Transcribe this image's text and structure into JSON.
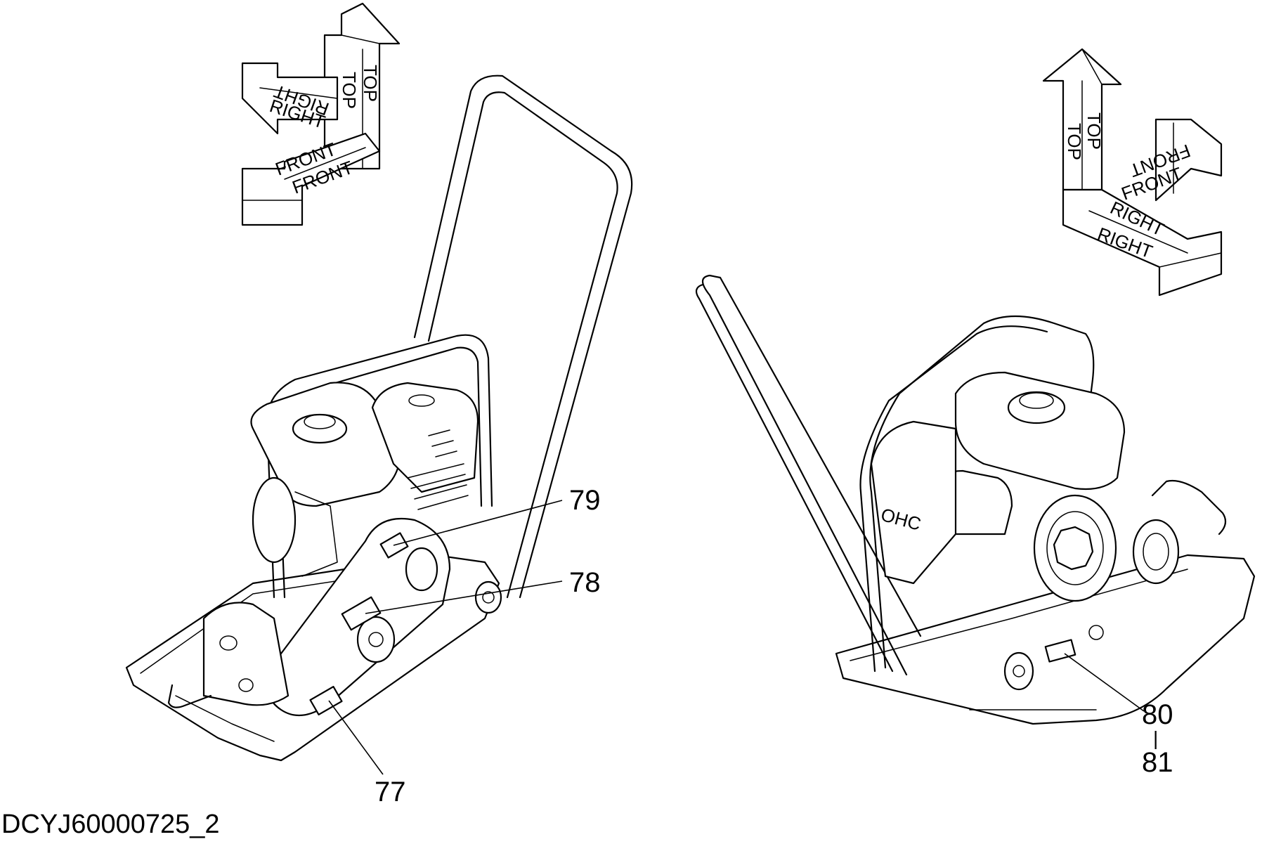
{
  "drawing_id": "DCYJ60000725_2",
  "callouts": {
    "c77": "77",
    "c78": "78",
    "c79": "79",
    "c80": "80",
    "c81": "81",
    "range_dash": "|"
  },
  "orientation_left": {
    "top_1": "TOP",
    "top_2": "TOP",
    "right_1": "RIGHT",
    "right_2": "RIGHT",
    "front_1": "FRONT",
    "front_2": "FRONT"
  },
  "orientation_right": {
    "top_1": "TOP",
    "top_2": "TOP",
    "right_1": "RIGHT",
    "right_2": "RIGHT",
    "front_1": "FRONT",
    "front_2": "FRONT"
  },
  "engine_mark": "OHC"
}
